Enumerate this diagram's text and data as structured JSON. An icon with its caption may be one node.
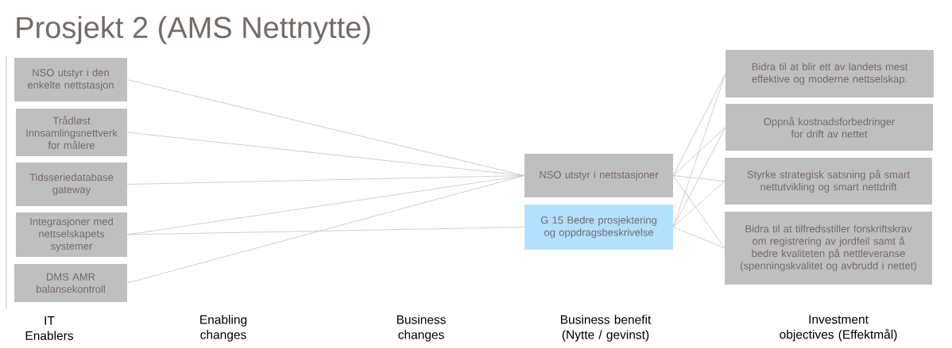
{
  "diagram": {
    "title": "Prosjekt 2 (AMS Nettnytte)",
    "nodes": [
      {
        "text": [
          "NSO utstyr i den enkelte nettstasjon"
        ]
      },
      {
        "text": [
          "Trådløst Innsamlingsnettverk for målere"
        ]
      },
      {
        "text": [
          "Tidsseriedatabase gateway"
        ]
      },
      {
        "text": [
          "Integrasjoner med nettselskapets systemer"
        ]
      },
      {
        "text": [
          "DMS AMR balansekontroll"
        ]
      },
      {
        "text": [
          "NSO utstyr i nettstasjoner"
        ]
      },
      {
        "text": [
          "G 15 Bedre prosjektering og oppdragsbeskrivelse"
        ]
      },
      {
        "text": [
          "Bidra til at blir ett av landets mest effektive og moderne nettselskap."
        ]
      },
      {
        "text": [
          "Oppnå kostnadsforbedringer for drift av nettet"
        ]
      },
      {
        "text": [
          "Styrke strategisk satsning på smart nettutvikling og smart nettdrift"
        ]
      },
      {
        "text": [
          "Bidra til at tilfredsstiller forskriftskrav om registrering av jordfeil samt å bedre kvaliteten på nettleveranse (spenningskvalitet og avbrudd i nettet)"
        ]
      }
    ],
    "edges": [
      {
        "from": 0,
        "to": 5,
        "arrow": "none"
      },
      {
        "from": 1,
        "to": 5,
        "arrow": "none"
      },
      {
        "from": 2,
        "to": 5,
        "arrow": "none"
      },
      {
        "from": 3,
        "to": 5,
        "arrow": "none"
      },
      {
        "from": 3,
        "to": 6,
        "arrow": "none"
      },
      {
        "from": 4,
        "to": 5,
        "arrow": "none"
      },
      {
        "from": 5,
        "to": 7,
        "arrow": "none"
      },
      {
        "from": 5,
        "to": 8,
        "arrow": "none"
      },
      {
        "from": 5,
        "to": 9,
        "arrow": "none"
      },
      {
        "from": 5,
        "to": 10,
        "arrow": "none"
      },
      {
        "from": 6,
        "to": 7,
        "arrow": "none"
      },
      {
        "from": 6,
        "to": 8,
        "arrow": "none"
      },
      {
        "from": 6,
        "to": 9,
        "arrow": "none"
      },
      {
        "from": 6,
        "to": 10,
        "arrow": "none"
      }
    ],
    "labels": [
      "IT Enablers",
      "Enabling changes",
      "Business changes",
      "Business benefit (Nytte / gevinst)",
      "Investment objectives (Effektmål)"
    ]
  }
}
